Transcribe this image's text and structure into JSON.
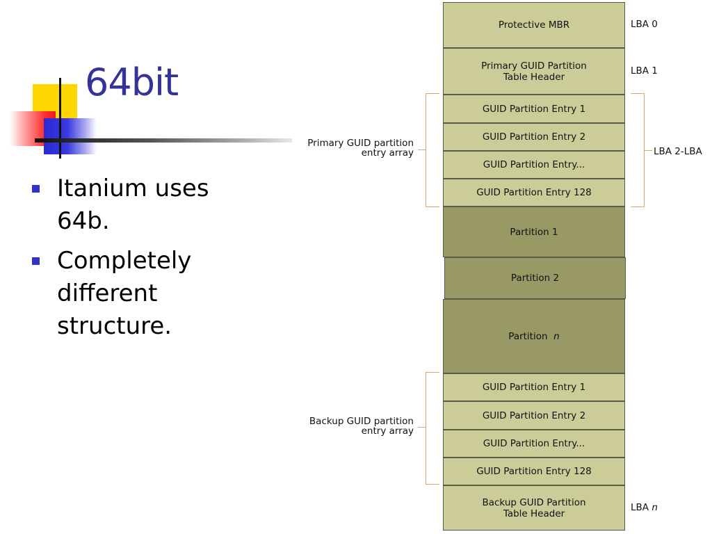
{
  "slide": {
    "title": "64bit",
    "bullets": [
      "Itanium uses 64b.",
      "Completely different structure."
    ],
    "bullet_color": "#3333cc",
    "title_color": "#333399"
  },
  "diagram": {
    "colors": {
      "light_block": "#cccc99",
      "dark_block": "#999966",
      "bracket": "#d9a86a"
    },
    "blocks": {
      "protective_mbr": "Protective MBR",
      "primary_header_line1": "Primary GUID Partition",
      "primary_header_line2": "Table Header",
      "entry_1": "GUID Partition Entry 1",
      "entry_2": "GUID Partition Entry 2",
      "entry_more": "GUID Partition Entry...",
      "entry_128": "GUID Partition Entry 128",
      "partition_1": "Partition 1",
      "partition_2": "Partition 2",
      "partition_n_prefix": "Partition",
      "partition_n_var": "n",
      "backup_header_line1": "Backup GUID Partition",
      "backup_header_line2": "Table Header"
    },
    "lba_labels": {
      "lba0": "LBA 0",
      "lba1": "LBA 1",
      "lba_range": "LBA 2-LBA",
      "lba_n_prefix": "LBA",
      "lba_n_var": "n"
    },
    "side_labels": {
      "primary_line1": "Primary GUID partition",
      "primary_line2": "entry array",
      "backup_line1": "Backup GUID partition",
      "backup_line2": "entry array"
    }
  }
}
